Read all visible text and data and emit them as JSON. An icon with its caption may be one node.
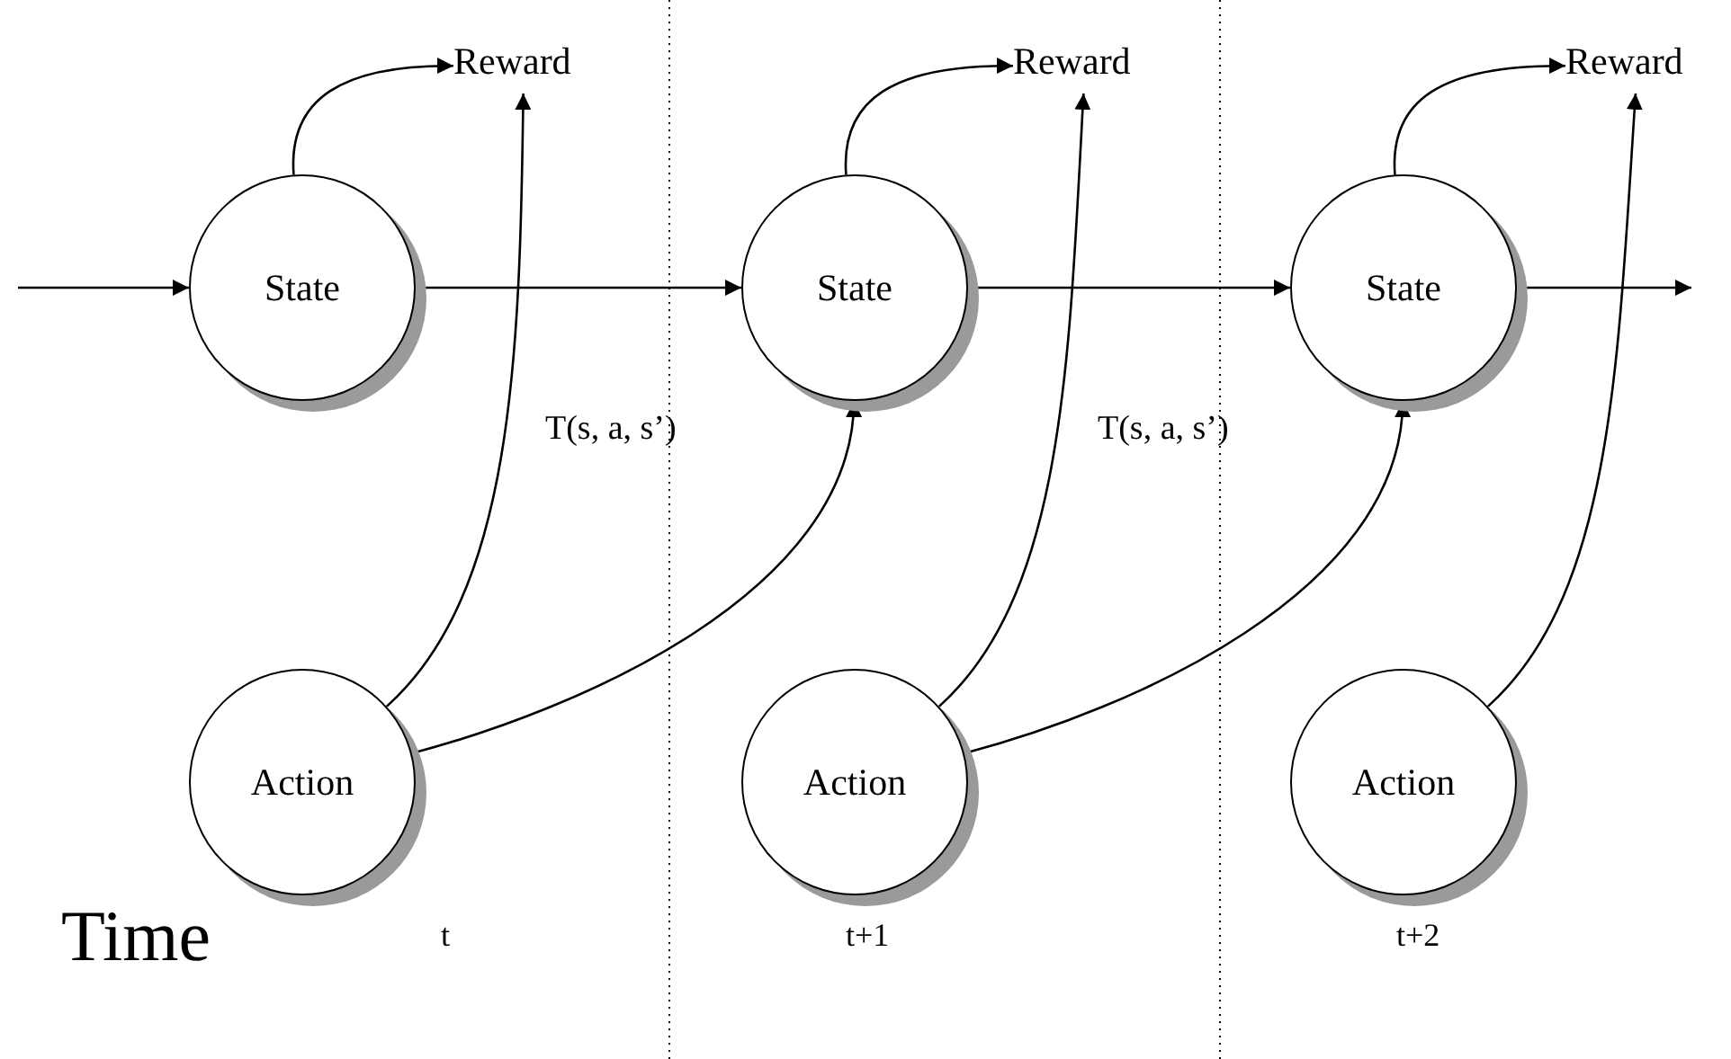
{
  "diagram": {
    "nodes": [
      {
        "text": [
          "State"
        ]
      },
      {
        "text": [
          "Reward"
        ]
      },
      {
        "text": [
          "State"
        ]
      },
      {
        "text": [
          "Reward"
        ]
      },
      {
        "text": [
          "State"
        ]
      },
      {
        "text": [
          "Reward"
        ]
      },
      {
        "text": [
          "Action"
        ]
      },
      {
        "text": [
          "Action"
        ]
      },
      {
        "text": [
          "Action"
        ]
      }
    ],
    "edges": [
      {
        "from": null,
        "to": 0,
        "arrow": "to"
      },
      {
        "from": 0,
        "to": 1,
        "arrow": "to"
      },
      {
        "from": 0,
        "to": 2,
        "arrow": "to"
      },
      {
        "from": 6,
        "to": 1,
        "arrow": "to"
      },
      {
        "from": 6,
        "to": 2,
        "arrow": "to"
      },
      {
        "from": 2,
        "to": 3,
        "arrow": "to"
      },
      {
        "from": 2,
        "to": 4,
        "arrow": "to"
      },
      {
        "from": 7,
        "to": 3,
        "arrow": "to"
      },
      {
        "from": 7,
        "to": 4,
        "arrow": "to"
      },
      {
        "from": 4,
        "to": 5,
        "arrow": "to"
      },
      {
        "from": 4,
        "to": null,
        "arrow": "to"
      },
      {
        "from": 8,
        "to": 5,
        "arrow": "to"
      }
    ],
    "labels": [
      "T(s, a, s’)",
      "T(s, a, s’)",
      "Time",
      "t",
      "t+1",
      "t+2"
    ]
  }
}
